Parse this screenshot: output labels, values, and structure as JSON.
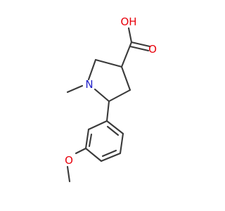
{
  "colors": {
    "bond": "#3a3a3a",
    "oxygen": "#e8000b",
    "nitrogen": "#2020c8",
    "background": "#ffffff"
  },
  "atoms": {
    "hydroxyl_oxygen": "OH",
    "carbonyl_oxygen": "O",
    "ring_nitrogen": "N",
    "ether_oxygen": "O"
  }
}
